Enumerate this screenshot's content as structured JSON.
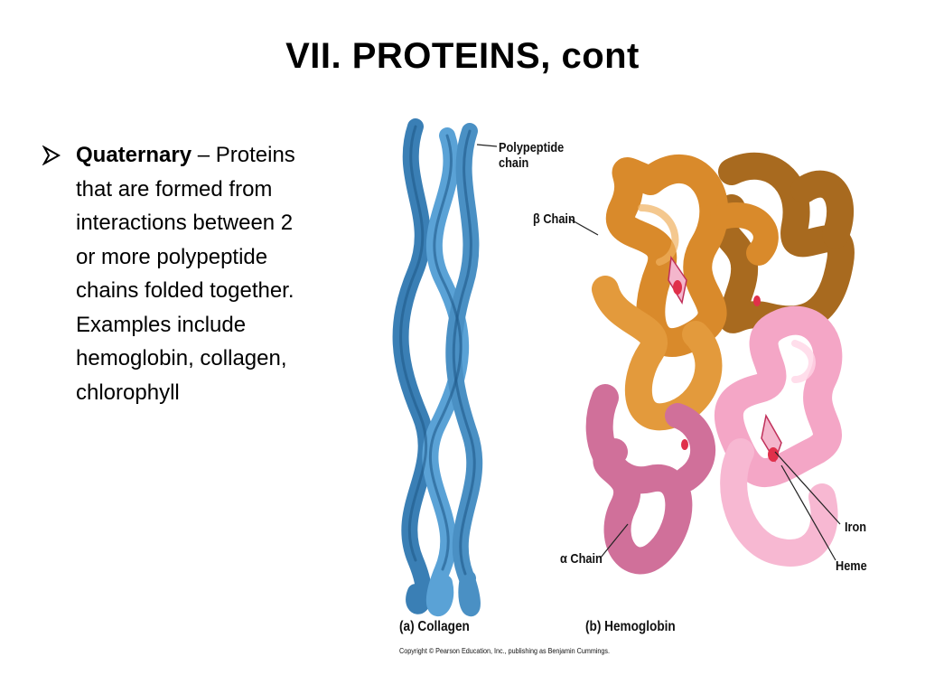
{
  "slide": {
    "title": "VII.  PROTEINS, cont",
    "bullet": {
      "term": "Quaternary",
      "text": " – Proteins\nthat are formed from\ninteractions between 2\nor more polypeptide\nchains folded together.\nExamples include\nhemoglobin, collagen,\nchlorophyll"
    }
  },
  "figure": {
    "labels": {
      "polypeptide_line1": "Polypeptide",
      "polypeptide_line2": "chain",
      "beta_chain": "β Chain",
      "alpha_chain": "α Chain",
      "iron": "Iron",
      "heme": "Heme",
      "caption_a": "(a) Collagen",
      "caption_b": "(b) Hemoglobin",
      "copyright": "Copyright © Pearson Education, Inc., publishing as Benjamin Cummings."
    },
    "colors": {
      "collagen": "#4a90c4",
      "beta_chain": "#d98a2b",
      "beta_chain_dark": "#a86a1f",
      "alpha_chain": "#f4a6c6",
      "alpha_chain_dark": "#d0709a",
      "heme": "#e0304a"
    }
  }
}
